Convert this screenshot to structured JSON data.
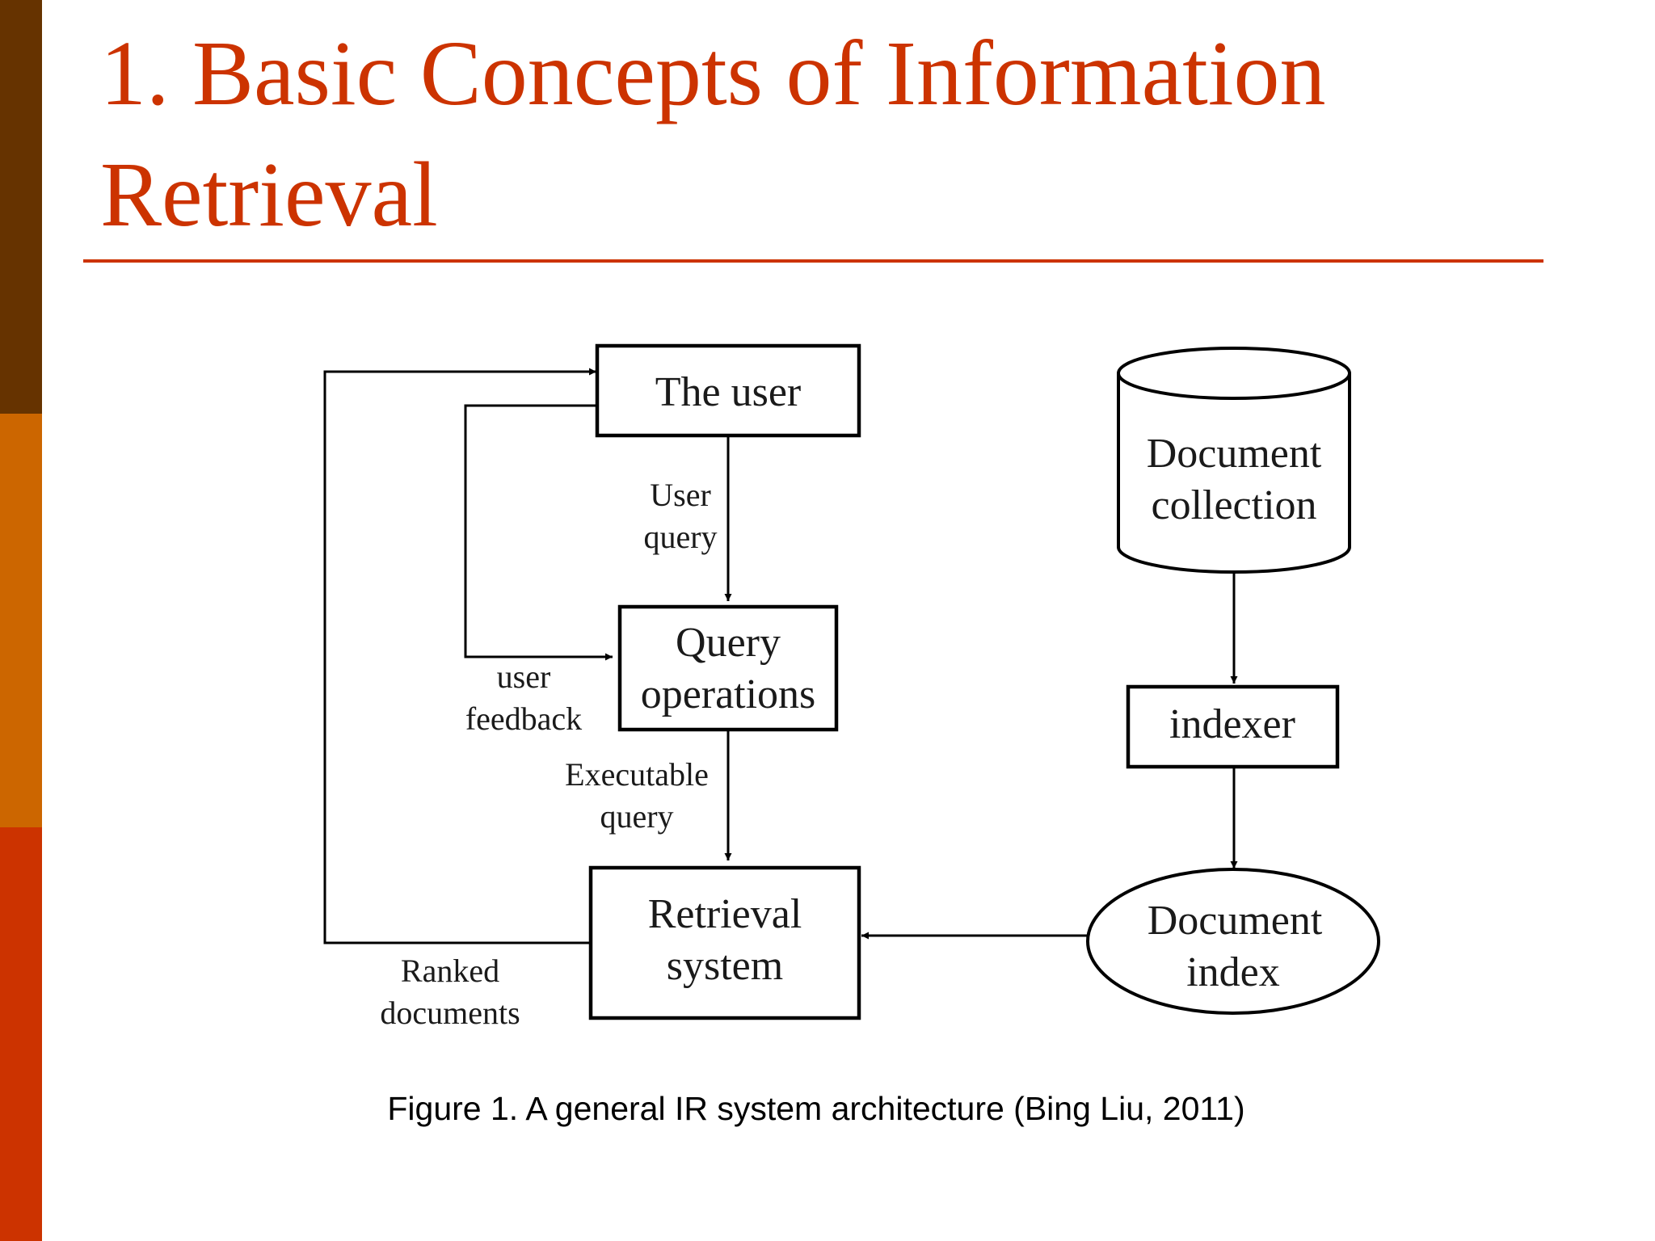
{
  "slide": {
    "title": "1. Basic Concepts of Information Retrieval",
    "caption": "Figure 1. A general IR system architecture (Bing Liu, 2011)",
    "colors": {
      "title": "#cc3300",
      "bar_top": "#663300",
      "bar_middle": "#cc6600",
      "bar_bottom": "#cc3300"
    }
  },
  "diagram": {
    "nodes": {
      "user": {
        "line1": "The user"
      },
      "query_ops": {
        "line1": "Query",
        "line2": "operations"
      },
      "retrieval": {
        "line1": "Retrieval",
        "line2": "system"
      },
      "doc_collection": {
        "line1": "Document",
        "line2": "collection"
      },
      "indexer": {
        "line1": "indexer"
      },
      "doc_index": {
        "line1": "Document",
        "line2": "index"
      }
    },
    "edges": {
      "user_query": {
        "line1": "User",
        "line2": "query"
      },
      "user_feedback": {
        "line1": "user",
        "line2": "feedback"
      },
      "executable_query": {
        "line1": "Executable",
        "line2": "query"
      },
      "ranked_documents": {
        "line1": "Ranked",
        "line2": "documents"
      }
    }
  }
}
